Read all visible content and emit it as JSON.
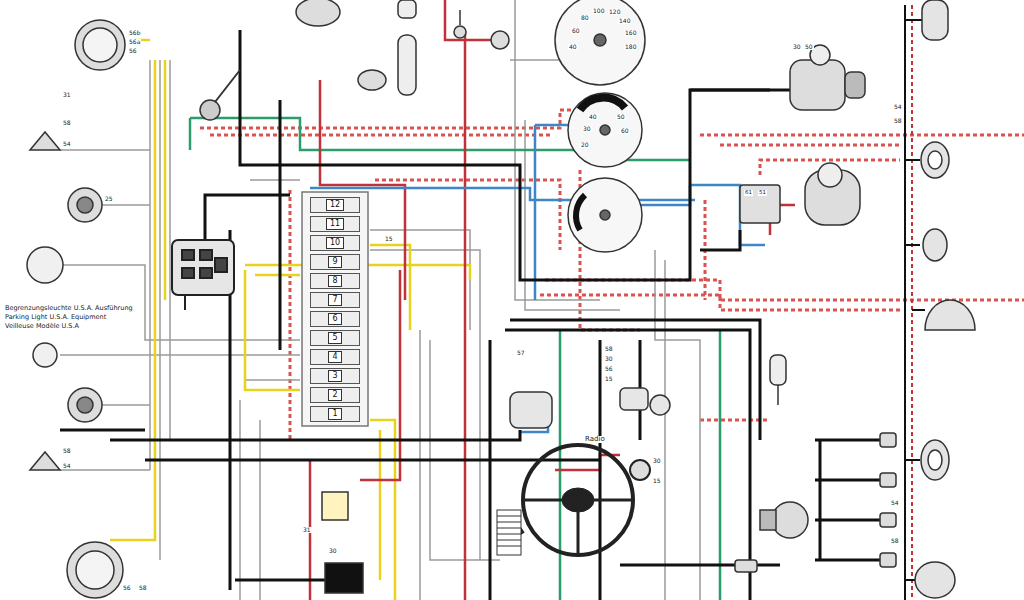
{
  "diagram": {
    "nodes": [
      {
        "text": [
          "12"
        ]
      },
      {
        "text": [
          "11"
        ]
      },
      {
        "text": [
          "10"
        ]
      },
      {
        "text": [
          "9"
        ]
      },
      {
        "text": [
          "8"
        ]
      },
      {
        "text": [
          "7"
        ]
      },
      {
        "text": [
          "6"
        ]
      },
      {
        "text": [
          "5"
        ]
      },
      {
        "text": [
          "4"
        ]
      },
      {
        "text": [
          "3"
        ]
      },
      {
        "text": [
          "2"
        ]
      },
      {
        "text": [
          "1"
        ]
      }
    ],
    "labels": [
      "Begrenzungsleuchte U.S.A. Ausführung",
      "Parking Light U.S.A. Equipment",
      "Veilleuse Modèle U.S.A",
      "Radio",
      "56b",
      "56a",
      "56",
      "31",
      "58",
      "54",
      "25",
      "58",
      "54",
      "56",
      "58",
      "15",
      "57",
      "58",
      "30",
      "56",
      "15",
      "30",
      "15",
      "54",
      "58",
      "54",
      "58",
      "30",
      "50",
      "61",
      "51",
      "40",
      "60",
      "80",
      "100",
      "120",
      "140",
      "160",
      "180",
      "20",
      "30",
      "40",
      "50",
      "60",
      "31",
      "30"
    ]
  }
}
